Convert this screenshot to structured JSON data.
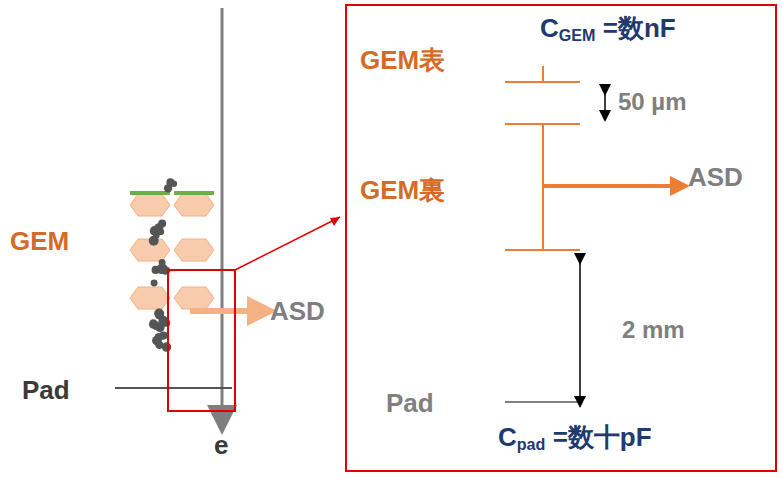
{
  "diagram": {
    "labels": [
      "GEM",
      "ASD",
      "Pad",
      "e",
      "GEM表",
      "C",
      "GEM",
      " =数nF",
      "50 µm",
      "GEM裏",
      "ASD",
      "2 mm",
      "Pad",
      "C",
      "pad",
      " =数十pF"
    ]
  }
}
